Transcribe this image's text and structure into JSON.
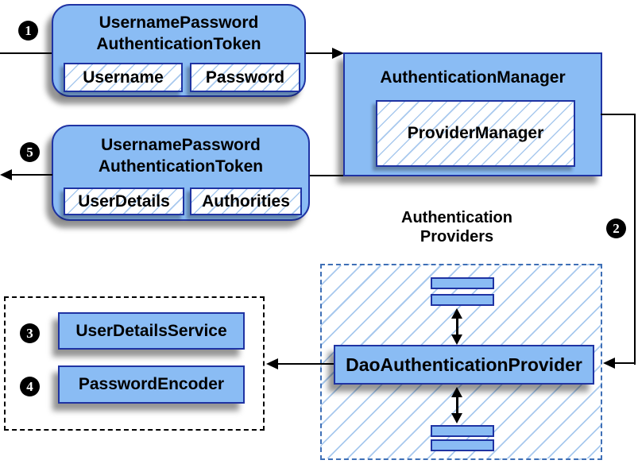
{
  "colors": {
    "box_fill": "#8ABCF4",
    "box_border": "#1F33A3",
    "hatch_line": "#A8C9EE",
    "providers_box_border": "#3E6FB6",
    "connector": "#000000",
    "badge_bg": "#000000",
    "badge_text": "#FFFFFF"
  },
  "badges": {
    "step1": "1",
    "step2": "2",
    "step3": "3",
    "step4": "4",
    "step5": "5"
  },
  "request_token": {
    "title_line1": "UsernamePassword",
    "title_line2": "AuthenticationToken",
    "fields": [
      "Username",
      "Password"
    ]
  },
  "authentication_manager": {
    "title": "AuthenticationManager",
    "delegate": "ProviderManager"
  },
  "result_token": {
    "title_line1": "UsernamePassword",
    "title_line2": "AuthenticationToken",
    "fields": [
      "UserDetails",
      "Authorities"
    ]
  },
  "authentication_providers": {
    "label_line1": "Authentication",
    "label_line2": "Providers",
    "provider": "DaoAuthenticationProvider"
  },
  "provider_dependencies": {
    "user_details_service": "UserDetailsService",
    "password_encoder": "PasswordEncoder"
  }
}
